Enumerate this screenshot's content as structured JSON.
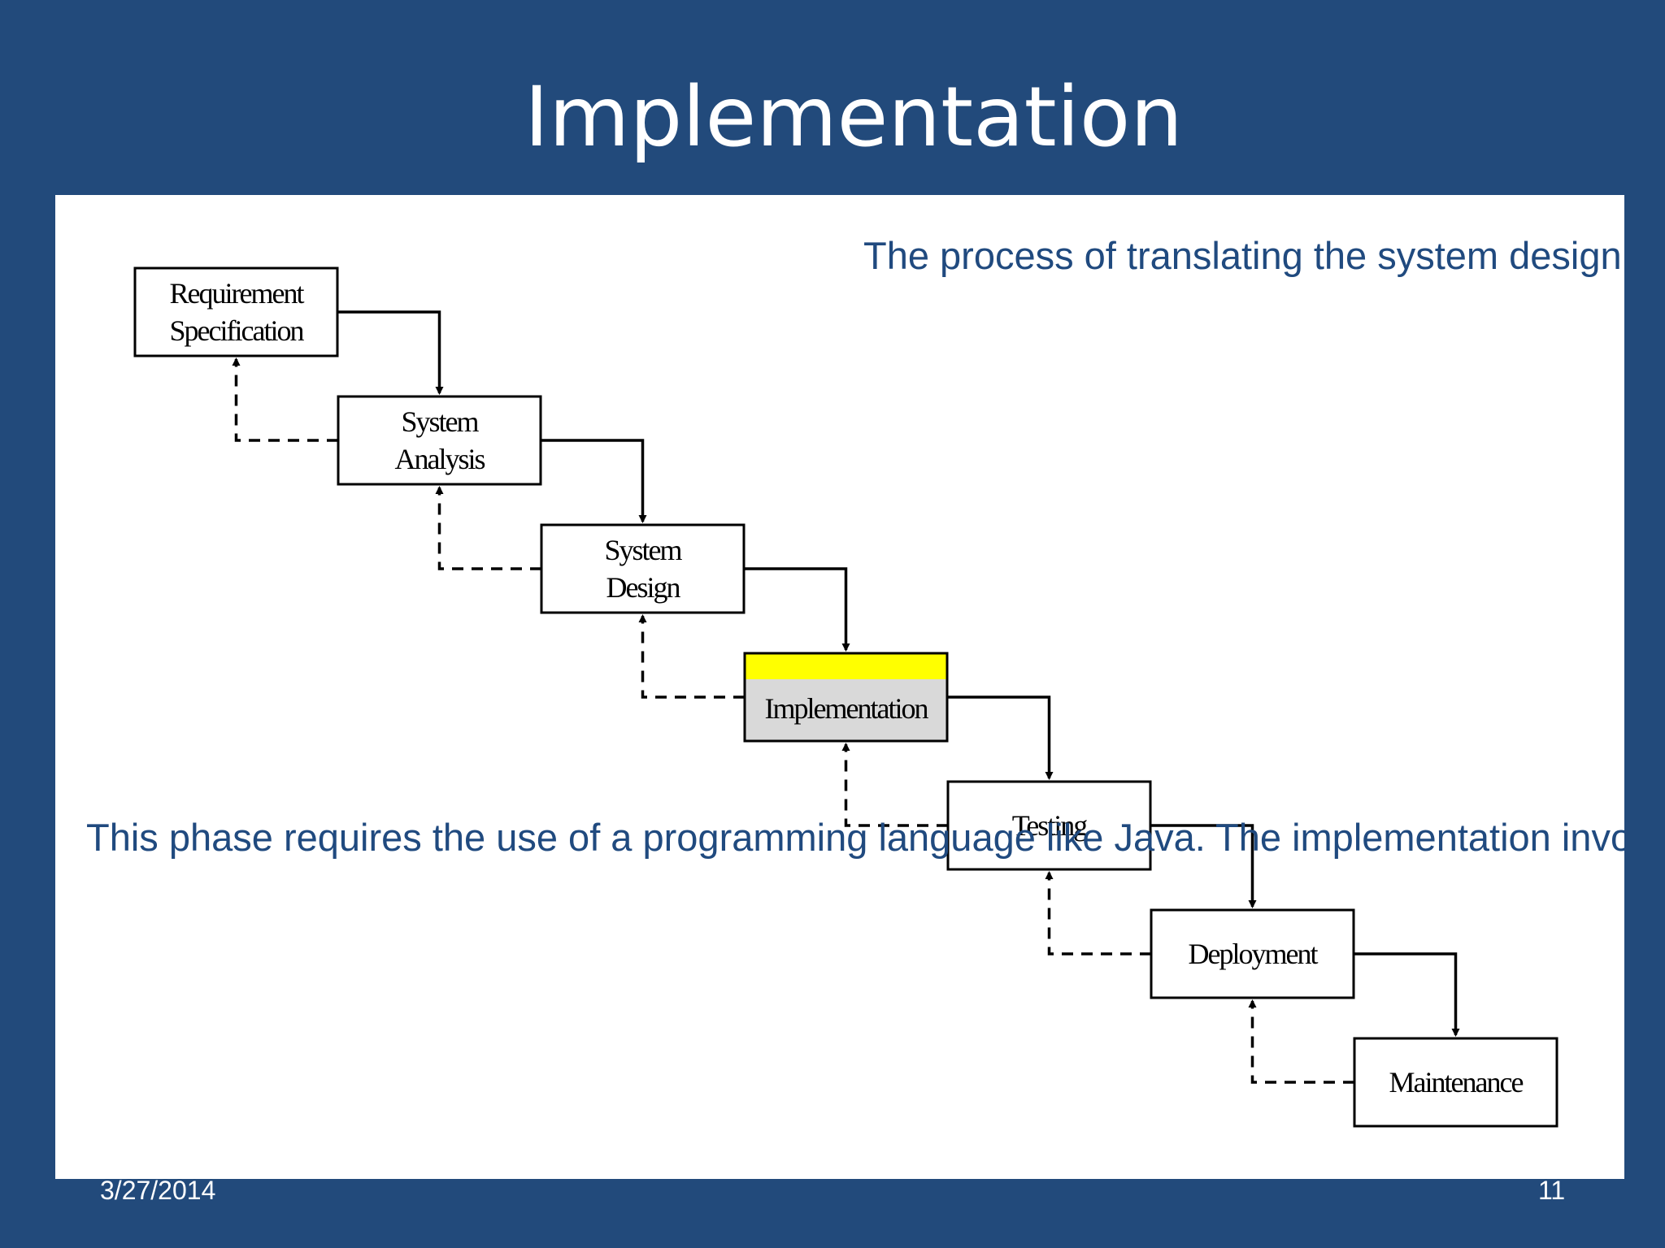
{
  "slide": {
    "title": "Implementation",
    "description_top": "The process of translating the system\ndesign into programs. Separate programs\nare written for each component and put to\nwork together.",
    "description_bottom": "This phase requires the use of a\nprogramming language like Java. The\nimplementation involves\ncoding, testing, and debugging.",
    "footer_date": "3/27/2014",
    "footer_page": "11"
  },
  "diagram": {
    "steps": [
      {
        "lines": [
          "Requirement",
          "Specification"
        ],
        "highlighted": false
      },
      {
        "lines": [
          "System",
          "Analysis"
        ],
        "highlighted": false
      },
      {
        "lines": [
          "System",
          "Design"
        ],
        "highlighted": false
      },
      {
        "lines": [
          "Implementation"
        ],
        "highlighted": true
      },
      {
        "lines": [
          "Testing"
        ],
        "highlighted": false
      },
      {
        "lines": [
          "Deployment"
        ],
        "highlighted": false
      },
      {
        "lines": [
          "Maintenance"
        ],
        "highlighted": false
      }
    ],
    "colors": {
      "background": "#224a7b",
      "text_blue": "#204a7f",
      "highlight_band": "#ffff00",
      "highlight_fill": "#d9d9d9"
    }
  }
}
